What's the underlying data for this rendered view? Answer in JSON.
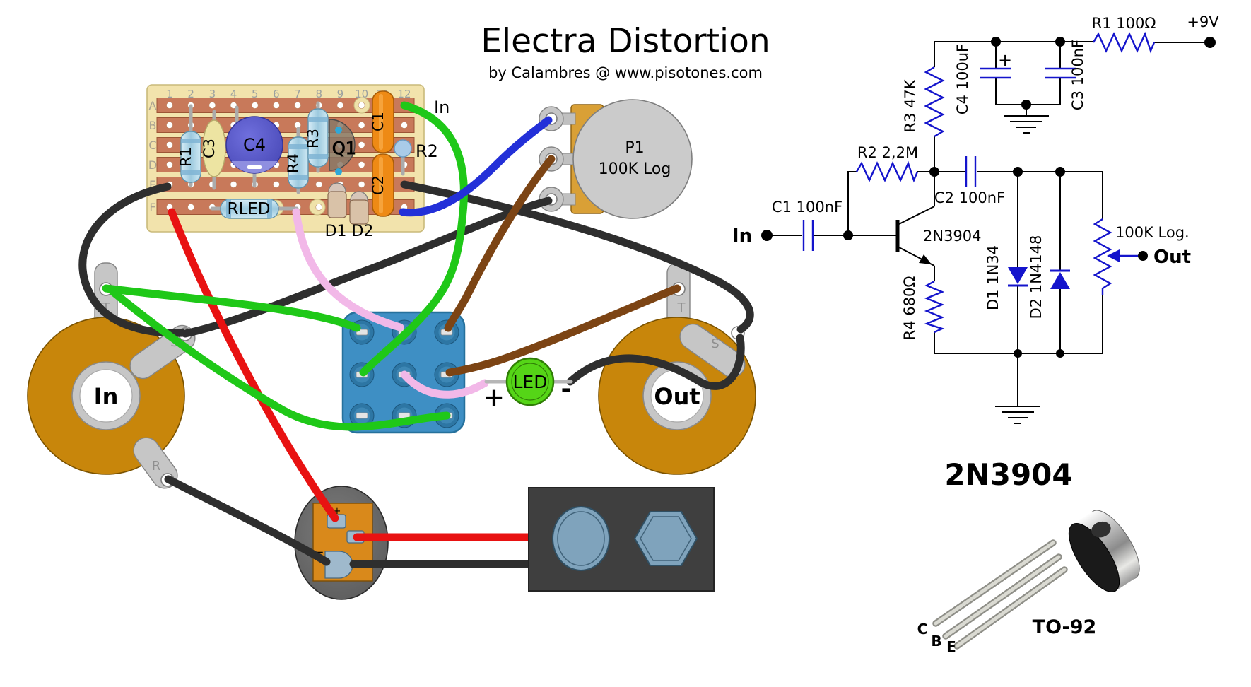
{
  "title": {
    "main": "Electra Distortion",
    "byline": "by Calambres  @  www.pisotones.com"
  },
  "colors": {
    "title_blue": "#1414E8",
    "schematic_blue": "#1414CC",
    "board_base": "#F2E3AC",
    "board_strip": "#C8795A",
    "jack_washer": "#C8860B",
    "footswitch_blue": "#3E8FC4",
    "led_green": "#55D517",
    "wire_black": "#2E2E2E",
    "wire_red": "#E81212",
    "wire_green": "#1FC818",
    "wire_blue": "#2330D8",
    "wire_brown": "#7C4414",
    "wire_pink": "#F2B8E8",
    "battery_body": "#3F3F3F",
    "battery_terminal": "#7FA3BC",
    "clip_plate_orange": "#D9891B"
  },
  "board": {
    "columns": [
      "1",
      "2",
      "3",
      "4",
      "5",
      "6",
      "7",
      "8",
      "9",
      "10",
      "11",
      "12"
    ],
    "rows": [
      "A",
      "B",
      "C",
      "D",
      "E",
      "F"
    ],
    "components": {
      "r1": "R1",
      "c3": "C3",
      "c4": "C4",
      "c4_minus": "−",
      "r4": "R4",
      "r3": "R3",
      "q1": "Q1",
      "c1": "C1",
      "c2": "C2",
      "r2": "R2",
      "rled": "RLED",
      "diodes": "D1 D2",
      "input_label": "In"
    }
  },
  "pot_p1": {
    "name": "P1",
    "value": "100K Log"
  },
  "jack_in": {
    "label": "In",
    "lug_tip": "T",
    "lug_sleeve": "S",
    "lug_ring": "R"
  },
  "jack_out": {
    "label": "Out",
    "lug_tip": "T",
    "lug_sleeve": "S"
  },
  "led": {
    "label": "LED",
    "anode": "+",
    "cathode": "-"
  },
  "battery_clip": {
    "plus_mark": "+",
    "minus_mark": "−"
  },
  "schematic": {
    "r1": "R1 100Ω",
    "supply": "+9V",
    "c4": "C4 100uF",
    "c4_plus": "+",
    "c3": "C3 100nF",
    "r3": "R3 47K",
    "r2": "R2 2,2M",
    "c1": "C1 100nF",
    "in_label": "In",
    "c2": "C2 100nF",
    "transistor": "2N3904",
    "d1": "D1 1N34",
    "d2": "D2 1N4148",
    "pot": "100K Log.",
    "out_label": "Out",
    "r4": "R4 680Ω"
  },
  "package": {
    "part": "2N3904",
    "case": "TO-92",
    "pin_c": "C",
    "pin_b": "B",
    "pin_e": "E"
  }
}
